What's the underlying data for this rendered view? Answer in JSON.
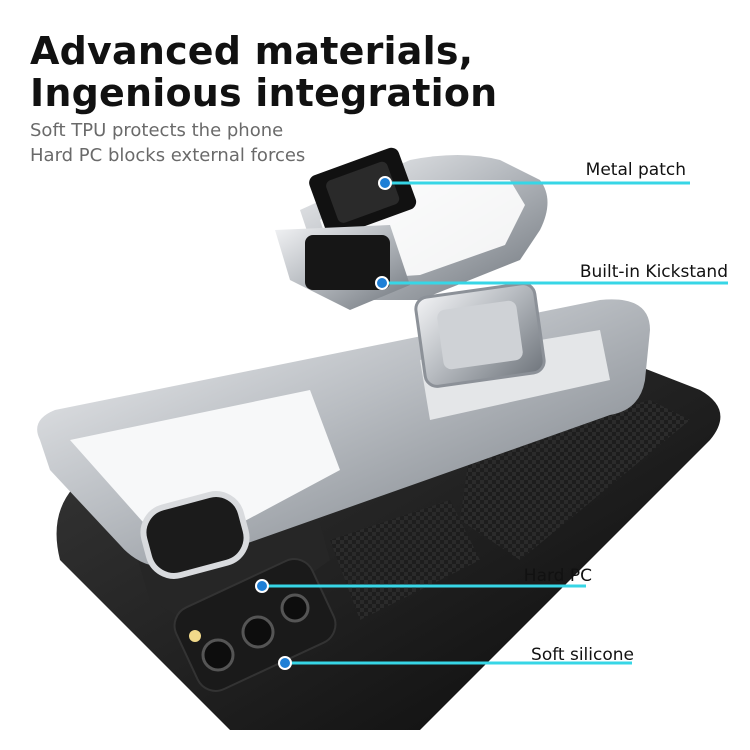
{
  "headline": {
    "line1": "Advanced materials,",
    "line2": "Ingenious integration"
  },
  "subtext": {
    "line1": "Soft TPU protects the phone",
    "line2": "Hard PC blocks external forces"
  },
  "callouts": [
    {
      "label": "Metal patch"
    },
    {
      "label": "Built-in Kickstand"
    },
    {
      "label": "Hard PC"
    },
    {
      "label": "Soft silicone"
    }
  ],
  "colors": {
    "callout_line": "#37d6e6",
    "callout_dot": "#1e7fd6",
    "frame_silver": "#c9ccd0",
    "case_black": "#141414"
  }
}
